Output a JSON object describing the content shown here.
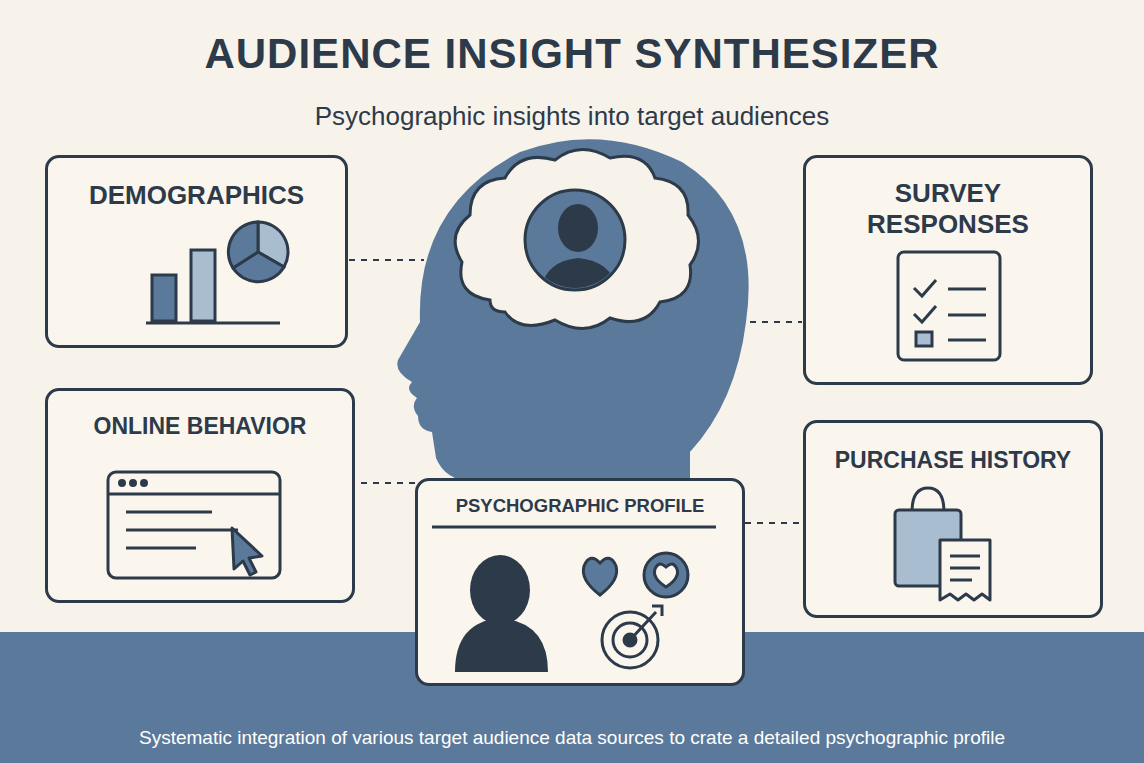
{
  "diagram": {
    "title": "AUDIENCE INSIGHT SYNTHESIZER",
    "caption": "Systematic integration of various target audience data sources to crate a detailed psychographic profile",
    "nodes": [
      {
        "text": [
          "DEMOGRAPHICS"
        ]
      },
      {
        "text": [
          "SURVEY RESPONSES"
        ]
      },
      {
        "text": [
          "ONLINE BEHAVIOR"
        ]
      },
      {
        "text": [
          "PURCHASE HISTORY"
        ]
      },
      {
        "text": [
          "PSYCHOGRAPHIC PROFILE"
        ]
      }
    ],
    "edges": [
      {
        "from": 4,
        "to": 3,
        "arrow": "none"
      }
    ],
    "labels": [
      "Psychographic insights into target audiences"
    ]
  }
}
